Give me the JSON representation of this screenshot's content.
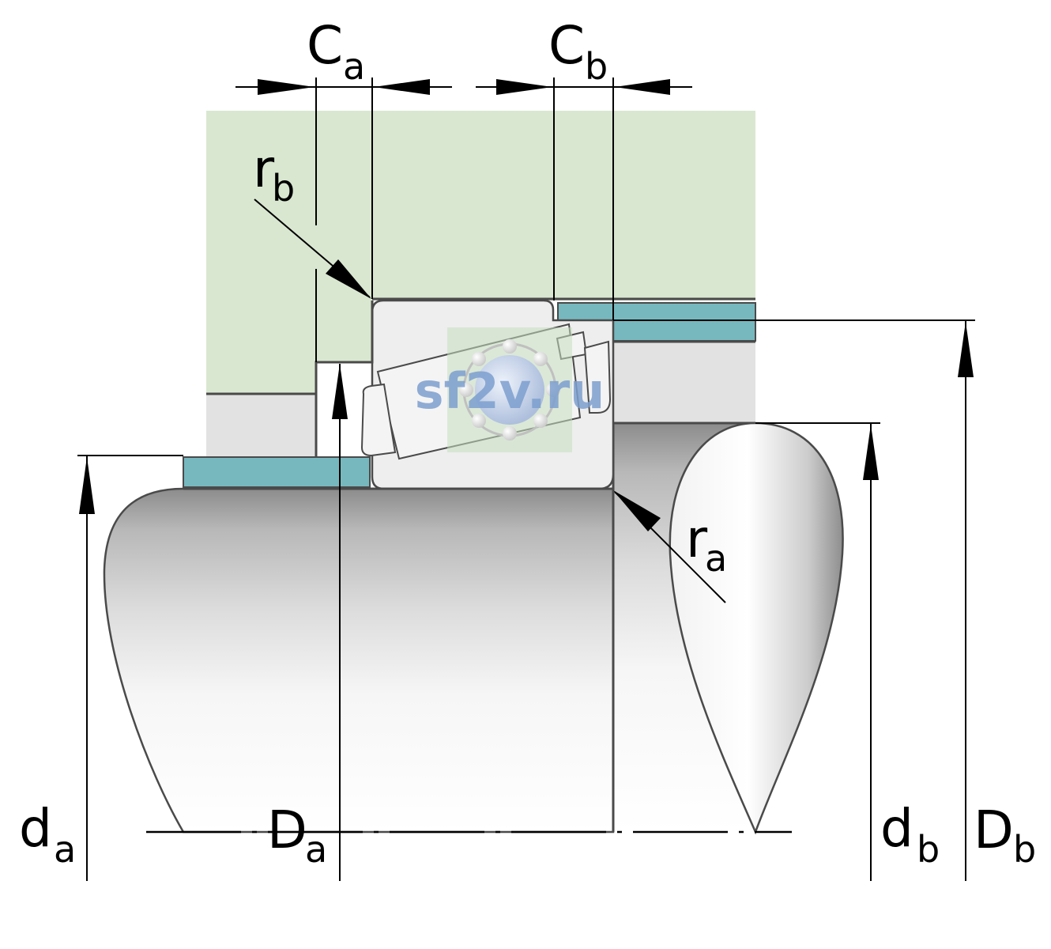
{
  "labels": {
    "Ca": {
      "main": "C",
      "sub": "a"
    },
    "Cb": {
      "main": "C",
      "sub": "b"
    },
    "rb": {
      "main": "r",
      "sub": "b"
    },
    "ra": {
      "main": "r",
      "sub": "a"
    },
    "da": {
      "main": "d",
      "sub": "a"
    },
    "Da": {
      "main": "D",
      "sub": "a"
    },
    "db": {
      "main": "d",
      "sub": "b"
    },
    "Db": {
      "main": "D",
      "sub": "b"
    }
  },
  "watermark": {
    "text": "sf2v.ru"
  },
  "colors": {
    "housing": "#d9e7d0",
    "spacer": "#77b8bf",
    "shoulder": "#e2e2e2",
    "bearing": "#eeeeee",
    "outline": "#4a4a4a",
    "dimension": "#000000"
  }
}
